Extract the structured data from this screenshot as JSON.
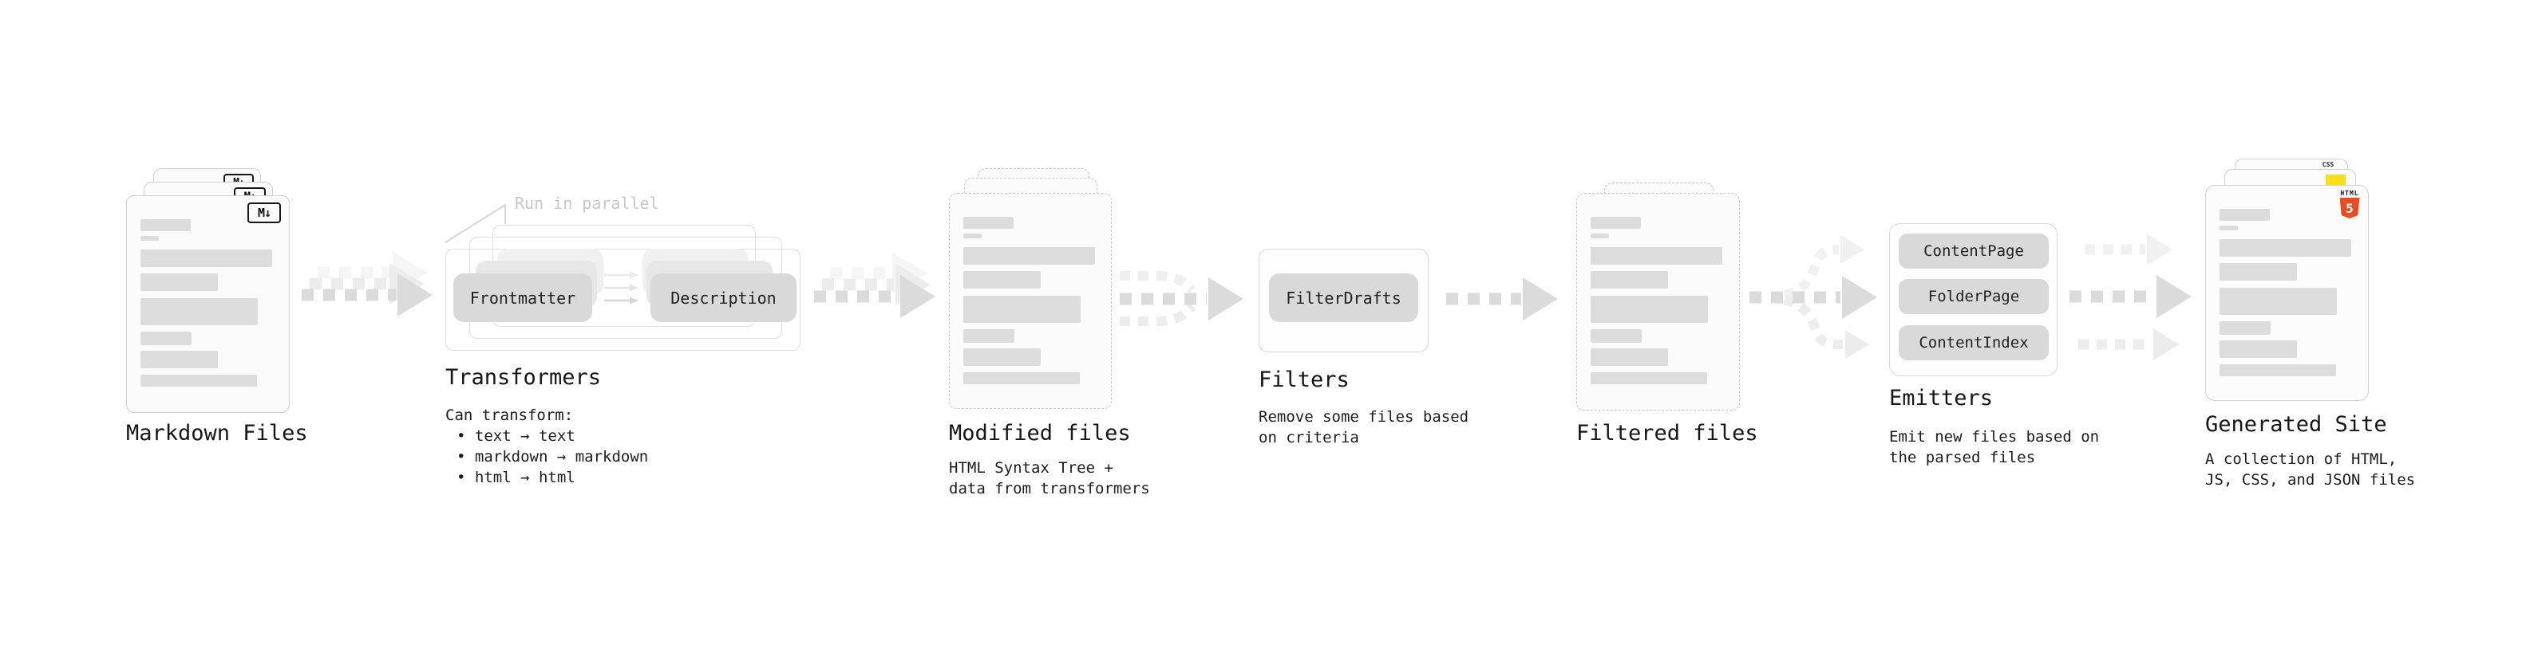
{
  "markdown": {
    "label": "Markdown Files",
    "badge": "M↓"
  },
  "transformers": {
    "annotation": "Run in parallel",
    "pills": [
      "Frontmatter",
      "Description"
    ],
    "label": "Transformers",
    "desc_title": "Can transform:",
    "bullets": [
      "• text → text",
      "• markdown → markdown",
      "• html → html"
    ]
  },
  "modified": {
    "label": "Modified files",
    "desc": [
      "HTML Syntax Tree +",
      "data from transformers"
    ]
  },
  "filters": {
    "label": "Filters",
    "pill": "FilterDrafts",
    "desc": [
      "Remove some files based",
      "on criteria"
    ]
  },
  "filtered": {
    "label": "Filtered files"
  },
  "emitters": {
    "label": "Emitters",
    "pills": [
      "ContentPage",
      "FolderPage",
      "ContentIndex"
    ],
    "desc": [
      "Emit new files based on",
      "the parsed files"
    ]
  },
  "generated": {
    "label": "Generated Site",
    "desc": [
      "A collection of HTML,",
      "JS, CSS, and JSON files"
    ],
    "badges": {
      "css": "CSS",
      "html_label": "HTML",
      "html_number": "5"
    }
  },
  "colors": {
    "pill_gray": "#d9d9d9",
    "arrow_gray": "#dbdbdb",
    "html5_orange": "#e44d26",
    "js_yellow": "#f7df1e",
    "css_blue": "#2760e6"
  }
}
